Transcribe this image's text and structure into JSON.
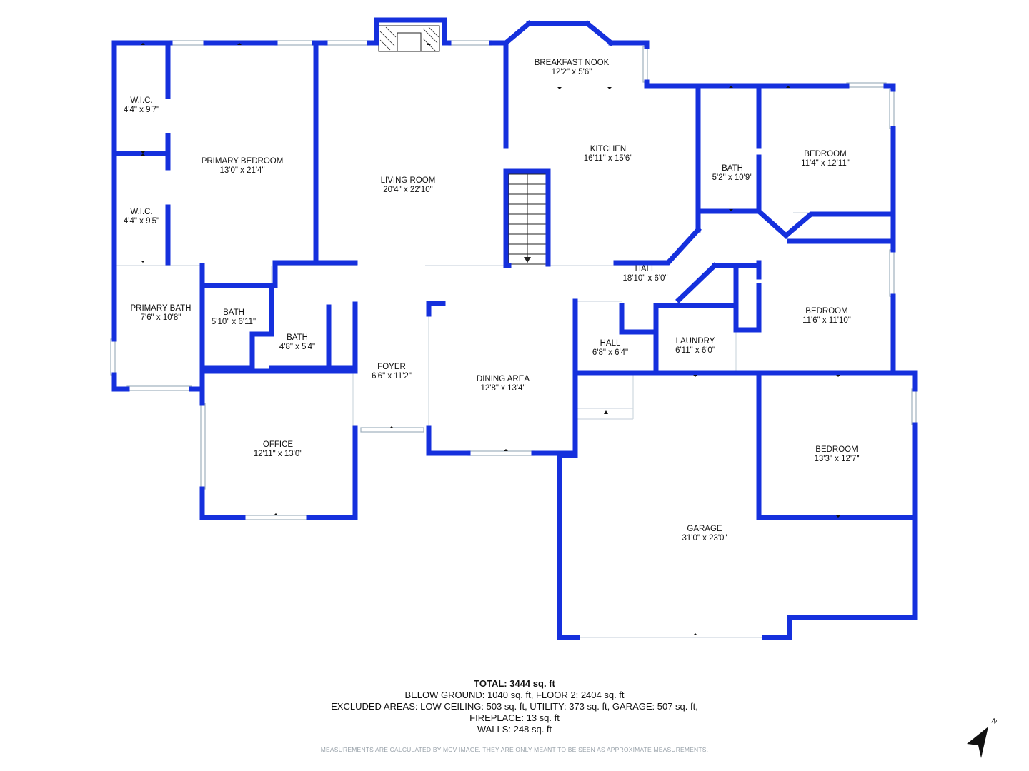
{
  "rooms": {
    "wic_1": {
      "name": "W.I.C.",
      "dims": "4'4\" x 9'7\""
    },
    "wic_2": {
      "name": "W.I.C.",
      "dims": "4'4\" x 9'5\""
    },
    "primary_bedroom": {
      "name": "PRIMARY BEDROOM",
      "dims": "13'0\" x 21'4\""
    },
    "living_room": {
      "name": "LIVING ROOM",
      "dims": "20'4\" x 22'10\""
    },
    "breakfast_nook": {
      "name": "BREAKFAST NOOK",
      "dims": "12'2\" x 5'6\""
    },
    "kitchen": {
      "name": "KITCHEN",
      "dims": "16'11\" x 15'6\""
    },
    "bath_east": {
      "name": "BATH",
      "dims": "5'2\" x 10'9\""
    },
    "bedroom_ne": {
      "name": "BEDROOM",
      "dims": "11'4\" x 12'11\""
    },
    "hall_main": {
      "name": "HALL",
      "dims": "18'10\" x 6'0\""
    },
    "bedroom_e": {
      "name": "BEDROOM",
      "dims": "11'6\" x 11'10\""
    },
    "primary_bath": {
      "name": "PRIMARY BATH",
      "dims": "7'6\" x 10'8\""
    },
    "bath_mid": {
      "name": "BATH",
      "dims": "5'10\" x 6'11\""
    },
    "bath_small": {
      "name": "BATH",
      "dims": "4'8\" x 5'4\""
    },
    "hall_small": {
      "name": "HALL",
      "dims": "6'8\" x 6'4\""
    },
    "laundry": {
      "name": "LAUNDRY",
      "dims": "6'11\" x 6'0\""
    },
    "foyer": {
      "name": "FOYER",
      "dims": "6'6\" x 11'2\""
    },
    "dining_area": {
      "name": "DINING AREA",
      "dims": "12'8\" x 13'4\""
    },
    "office": {
      "name": "OFFICE",
      "dims": "12'11\" x 13'0\""
    },
    "bedroom_se": {
      "name": "BEDROOM",
      "dims": "13'3\" x 12'7\""
    },
    "garage": {
      "name": "GARAGE",
      "dims": "31'0\" x 23'0\""
    }
  },
  "summary": {
    "total": "TOTAL: 3444 sq. ft",
    "line1": "BELOW GROUND: 1040 sq. ft, FLOOR 2: 2404 sq. ft",
    "line2": "EXCLUDED AREAS: LOW CEILING: 503 sq. ft, UTILITY: 373 sq. ft, GARAGE: 507 sq. ft,",
    "line3": "FIREPLACE: 13 sq. ft",
    "line4": "WALLS: 248 sq. ft"
  },
  "disclaimer": "MEASUREMENTS ARE CALCULATED BY MCV IMAGE. THEY ARE ONLY MEANT TO BE SEEN AS APPROXIMATE MEASUREMENTS.",
  "compass": {
    "label": "N",
    "icon": "north-arrow-icon"
  },
  "colors": {
    "walls": "#1530dd",
    "text": "#111111",
    "disclaimer": "#9aa3ab"
  }
}
